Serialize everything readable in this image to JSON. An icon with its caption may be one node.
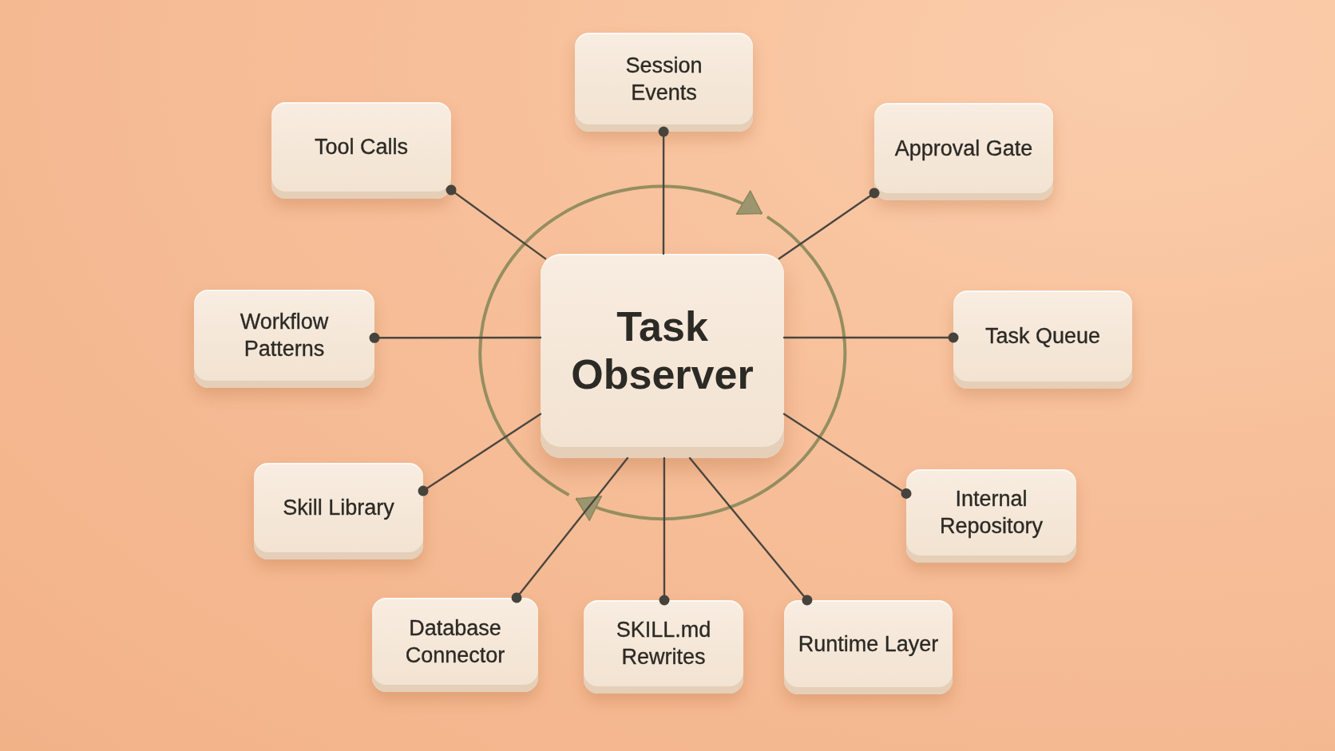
{
  "diagram": {
    "nodes": [
      {
        "text": [
          "Session Events"
        ]
      },
      {
        "text": [
          "Tool Calls"
        ]
      },
      {
        "text": [
          "Approval Gate"
        ]
      },
      {
        "text": [
          "Workflow Patterns"
        ]
      },
      {
        "text": [
          "Task Observer"
        ]
      },
      {
        "text": [
          "Task Queue"
        ]
      },
      {
        "text": [
          "Skill Library"
        ]
      },
      {
        "text": [
          "Internal Repository"
        ]
      },
      {
        "text": [
          "Database Connector"
        ]
      },
      {
        "text": [
          "SKILL.md Rewrites"
        ]
      },
      {
        "text": [
          "Runtime Layer"
        ]
      }
    ],
    "edges": [
      {
        "from": 4,
        "to": 0,
        "arrow": "other"
      },
      {
        "from": 4,
        "to": 1,
        "arrow": "other"
      },
      {
        "from": 4,
        "to": 2,
        "arrow": "other"
      },
      {
        "from": 4,
        "to": 3,
        "arrow": "other"
      },
      {
        "from": 4,
        "to": 5,
        "arrow": "other"
      },
      {
        "from": 4,
        "to": 6,
        "arrow": "other"
      },
      {
        "from": 4,
        "to": 7,
        "arrow": "other"
      },
      {
        "from": 4,
        "to": 8,
        "arrow": "other"
      },
      {
        "from": 4,
        "to": 9,
        "arrow": "other"
      },
      {
        "from": 4,
        "to": 10,
        "arrow": "other"
      }
    ]
  }
}
